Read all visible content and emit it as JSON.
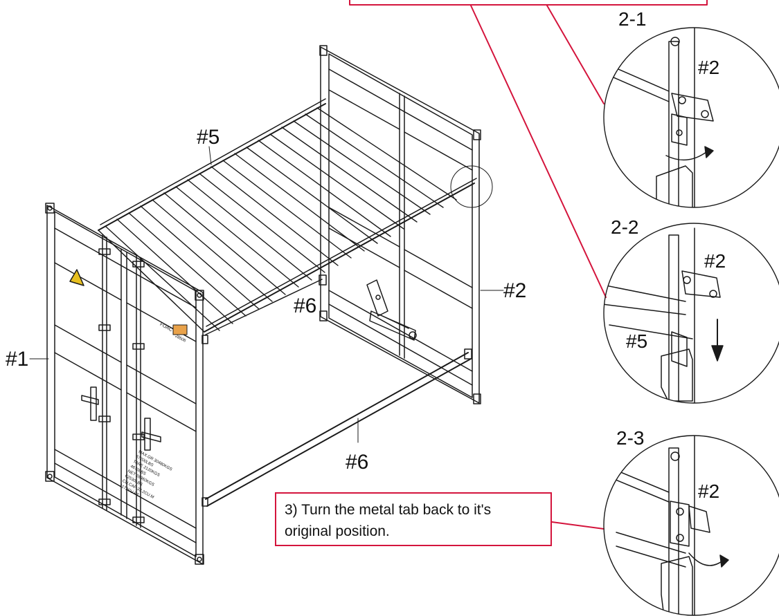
{
  "labels": {
    "p1": "#1",
    "p2_main": "#2",
    "p5_main": "#5",
    "p6_upper": "#6",
    "p6_lower": "#6"
  },
  "steps": [
    {
      "title": "2-1",
      "part_labels": [
        "#2"
      ]
    },
    {
      "title": "2-2",
      "part_labels": [
        "#2",
        "#5"
      ]
    },
    {
      "title": "2-3",
      "part_labels": [
        "#2"
      ]
    }
  ],
  "note": {
    "line1": "3) Turn the metal tab back to it's",
    "line2": "original position."
  },
  "door_text": {
    "code1": "FOAC",
    "code2": "28506",
    "spec_rows": [
      "MAX.GR 30480KGS",
      "67200LBS",
      "TARE 2120KGS",
      "4670LBS",
      "NET 28360KGS",
      "62530LBS",
      "CU.CAP 33.2CU.M",
      "1172CU.FT"
    ]
  },
  "colors": {
    "accent": "#d4143c",
    "ink": "#1a1a1a",
    "warning": "#e8c020"
  }
}
